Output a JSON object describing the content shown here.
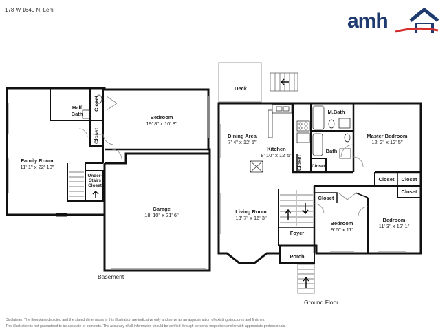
{
  "address": "178 W 1640 N, Lehi",
  "brand": {
    "logo_text": "amh",
    "colors": {
      "navy": "#1f3a6e",
      "red": "#d32f2f"
    }
  },
  "floors": {
    "basement": {
      "caption": "Basement",
      "rooms": {
        "family_room": {
          "name": "Family Room",
          "dim": "11' 1\" x 22' 10\""
        },
        "half_bath": {
          "name": "Half Bath"
        },
        "bedroom": {
          "name": "Bedroom",
          "dim": "19' 8\" x 10' 8\""
        },
        "garage": {
          "name": "Garage",
          "dim": "18' 10\" x 21' 6\""
        },
        "closet_a": {
          "name": "Closet"
        },
        "closet_b": {
          "name": "Closet"
        },
        "under_stairs": {
          "name": "Under-Stairs Closet"
        }
      }
    },
    "ground": {
      "caption": "Ground Floor",
      "rooms": {
        "deck": {
          "name": "Deck"
        },
        "dining": {
          "name": "Dining Area",
          "dim": "7' 4\" x 12' 5\""
        },
        "kitchen": {
          "name": "Kitchen",
          "dim": "8' 10\" x 12' 5\""
        },
        "mbath": {
          "name": "M.Bath"
        },
        "master_bedroom": {
          "name": "Master Bedroom",
          "dim": "12' 2\" x 12' 5\""
        },
        "bath": {
          "name": "Bath"
        },
        "closet_k1": {
          "name": "Closet"
        },
        "closet_k2": {
          "name": "Closet"
        },
        "closet_m1": {
          "name": "Closet"
        },
        "closet_m2": {
          "name": "Closet"
        },
        "closet_b3": {
          "name": "Closet"
        },
        "closet_b2": {
          "name": "Closet"
        },
        "living_room": {
          "name": "Living Room",
          "dim": "13' 7\" x 16' 3\""
        },
        "foyer": {
          "name": "Foyer"
        },
        "porch": {
          "name": "Porch"
        },
        "bedroom_2": {
          "name": "Bedroom",
          "dim": "9' 5\" x 11'"
        },
        "bedroom_3": {
          "name": "Bedroom",
          "dim": "11' 3\" x 12' 1\""
        }
      }
    }
  },
  "disclaimer": [
    "Disclaimer: The floorplans depicted and the stated dimensions in this illustration are indicative only and serve as an approximation of existing structures and finishes.",
    "This illustration is not guaranteed to be accurate or complete. The accuracy of all information should be verified through personal inspection and/or with appropriate professionals."
  ]
}
